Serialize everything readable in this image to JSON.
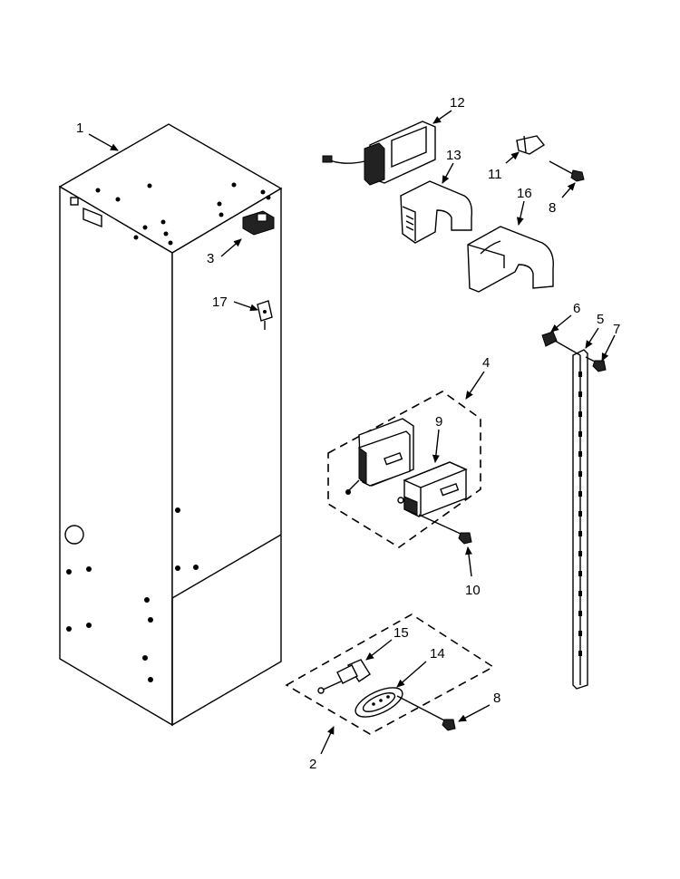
{
  "callouts": {
    "c1": "1",
    "c2": "2",
    "c3": "3",
    "c4": "4",
    "c5": "5",
    "c6": "6",
    "c7": "7",
    "c8a": "8",
    "c8b": "8",
    "c9": "9",
    "c10": "10",
    "c11": "11",
    "c12": "12",
    "c13": "13",
    "c14": "14",
    "c15": "15",
    "c16": "16",
    "c17": "17"
  }
}
